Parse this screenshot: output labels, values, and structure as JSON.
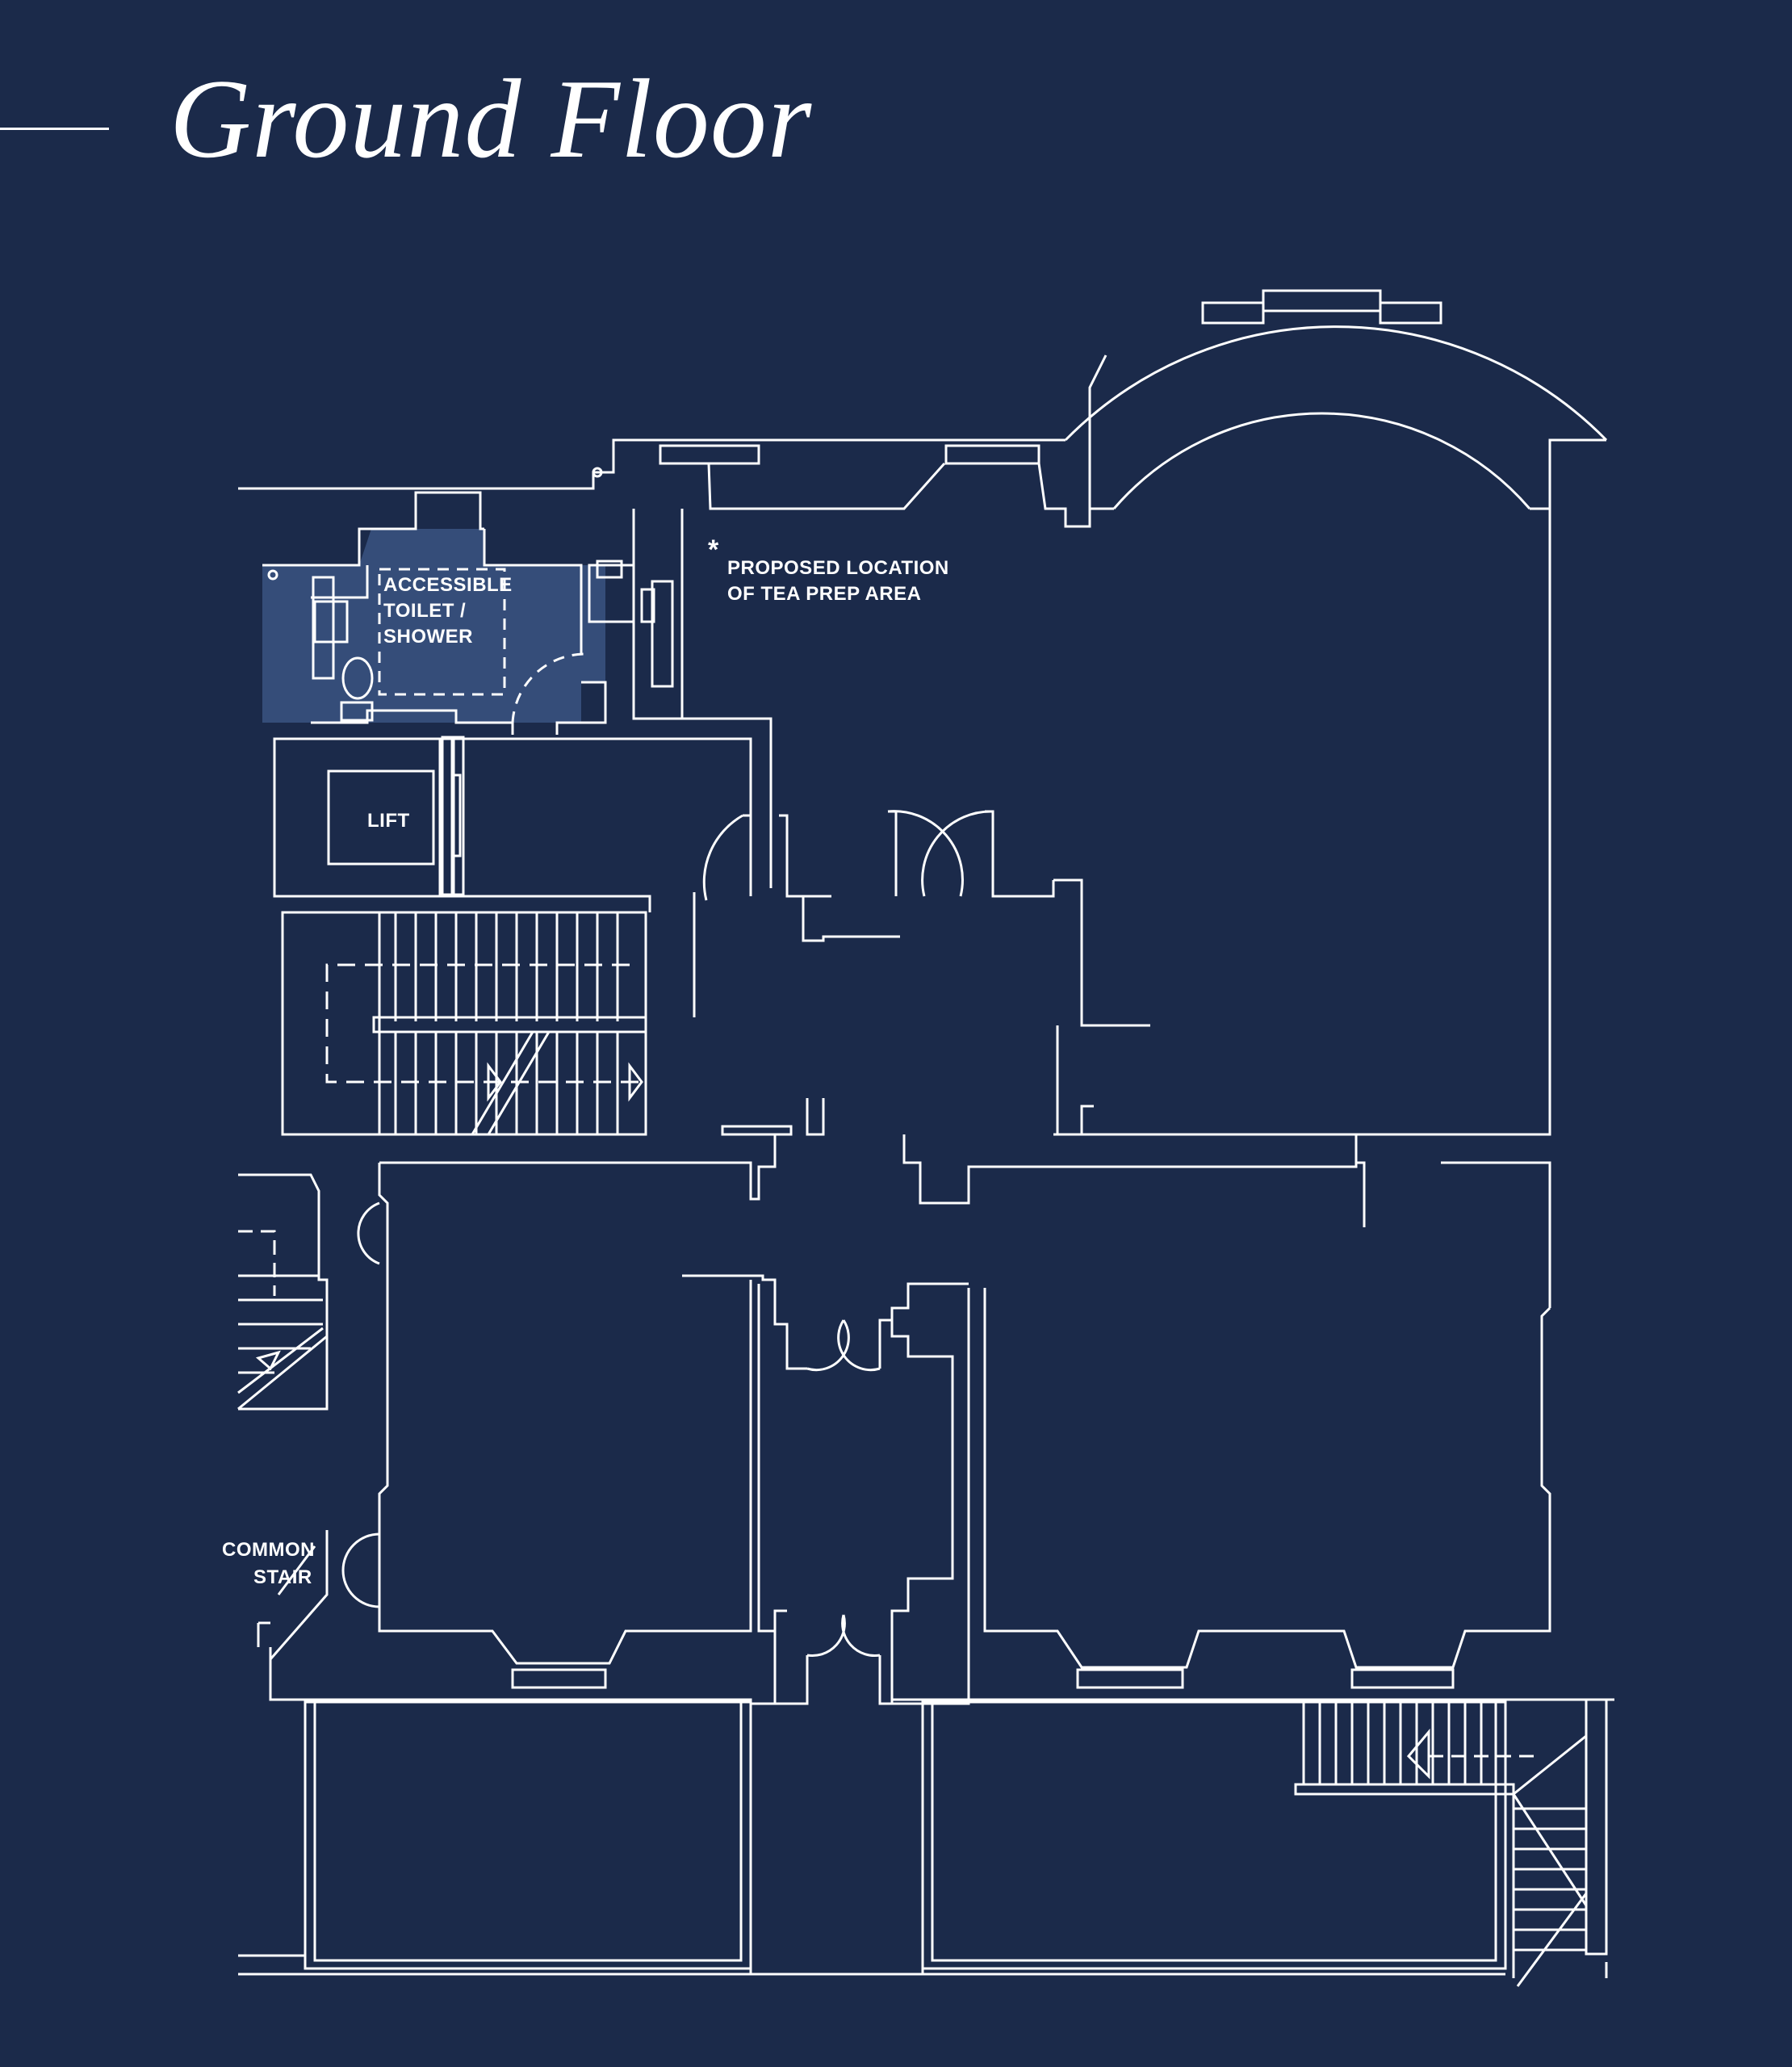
{
  "header": {
    "title": "Ground Floor"
  },
  "labels": {
    "accessible_line1": "ACCESSIBLE",
    "accessible_line2": "TOILET /",
    "accessible_line3": "SHOWER",
    "lift": "LIFT",
    "tea_asterisk": "*",
    "tea_line1": "PROPOSED LOCATION",
    "tea_line2": "OF TEA PREP AREA",
    "common_line1": "COMMON",
    "common_line2": "STAIR"
  },
  "colors": {
    "background": "#1b2a4a",
    "lines": "#ffffff",
    "highlight": "#3f5a8a"
  }
}
